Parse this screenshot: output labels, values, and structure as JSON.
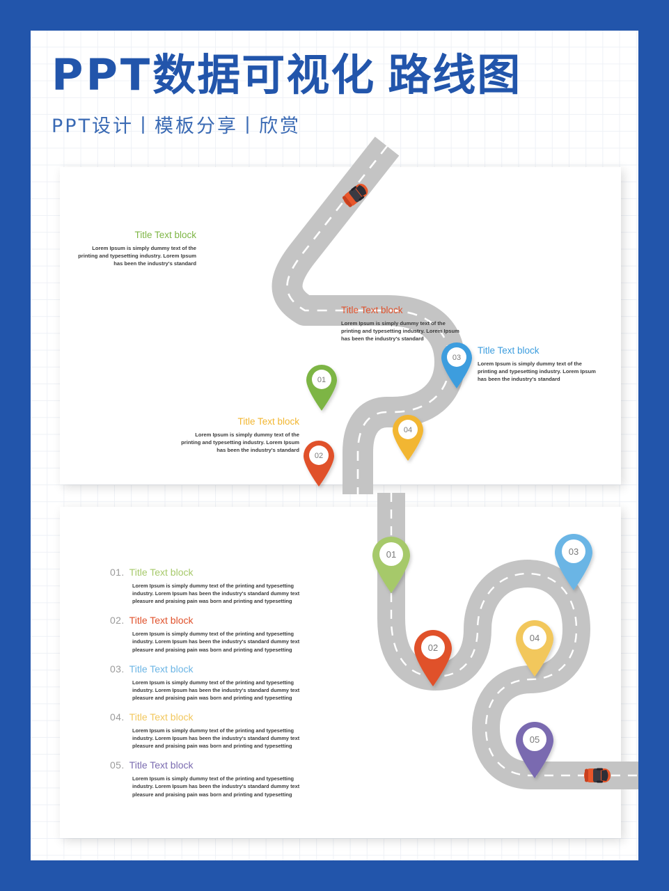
{
  "header": {
    "title_latin": "PPT",
    "title_cn": "数据可视化",
    "title_cn2": "路线图",
    "subtitle": "PPT设计丨模板分享丨欣赏"
  },
  "colors": {
    "frame_blue": "#2255AB",
    "title_blue": "#2255AB",
    "subtitle_blue": "#3A6AB4",
    "road_gray": "#C4C4C4",
    "lane_dash": "#FFFFFF",
    "car_orange": "#E8562A",
    "pin_green": "#7DB544",
    "pin_orange": "#E0512B",
    "pin_blue": "#3C9DDE",
    "pin_yellow": "#F2B630",
    "pin_purple": "#6B57A8",
    "num_gray": "#9A9A9A",
    "body_text": "#3A3A3A"
  },
  "top_panel": {
    "name": "roadmap-4-steps",
    "body_text": "Lorem Ipsum is simply dummy text of the printing and typesetting industry. Lorem Ipsum has been the industry's standard",
    "items": [
      {
        "num": "01",
        "title": "Title Text block",
        "color": "#7DB544",
        "align": "right"
      },
      {
        "num": "02",
        "title": "Title Text block",
        "color": "#E0512B",
        "align": "left"
      },
      {
        "num": "03",
        "title": "Title Text block",
        "color": "#3C9DDE",
        "align": "left"
      },
      {
        "num": "04",
        "title": "Title Text block",
        "color": "#F2B630",
        "align": "right"
      }
    ],
    "car": {
      "name": "car-icon",
      "color": "#E8562A"
    }
  },
  "bottom_panel": {
    "name": "roadmap-5-steps",
    "body_text": "Lorem Ipsum is simply dummy text of the printing and typesetting industry. Lorem Ipsum has been the industry's standard dummy text pleasure and praising pain was born and printing and typesetting",
    "items": [
      {
        "num": "01.",
        "pin": "01",
        "title": "Title Text block",
        "color": "#A6C96A"
      },
      {
        "num": "02.",
        "pin": "02",
        "title": "Title Text block",
        "color": "#E0512B"
      },
      {
        "num": "03.",
        "pin": "03",
        "title": "Title Text block",
        "color": "#6BB5E5"
      },
      {
        "num": "04.",
        "pin": "04",
        "title": "Title Text block",
        "color": "#F2C75C"
      },
      {
        "num": "05.",
        "pin": "05",
        "title": "Title Text block",
        "color": "#7A6BB0"
      }
    ],
    "car": {
      "name": "car-icon",
      "color": "#E8562A"
    }
  }
}
